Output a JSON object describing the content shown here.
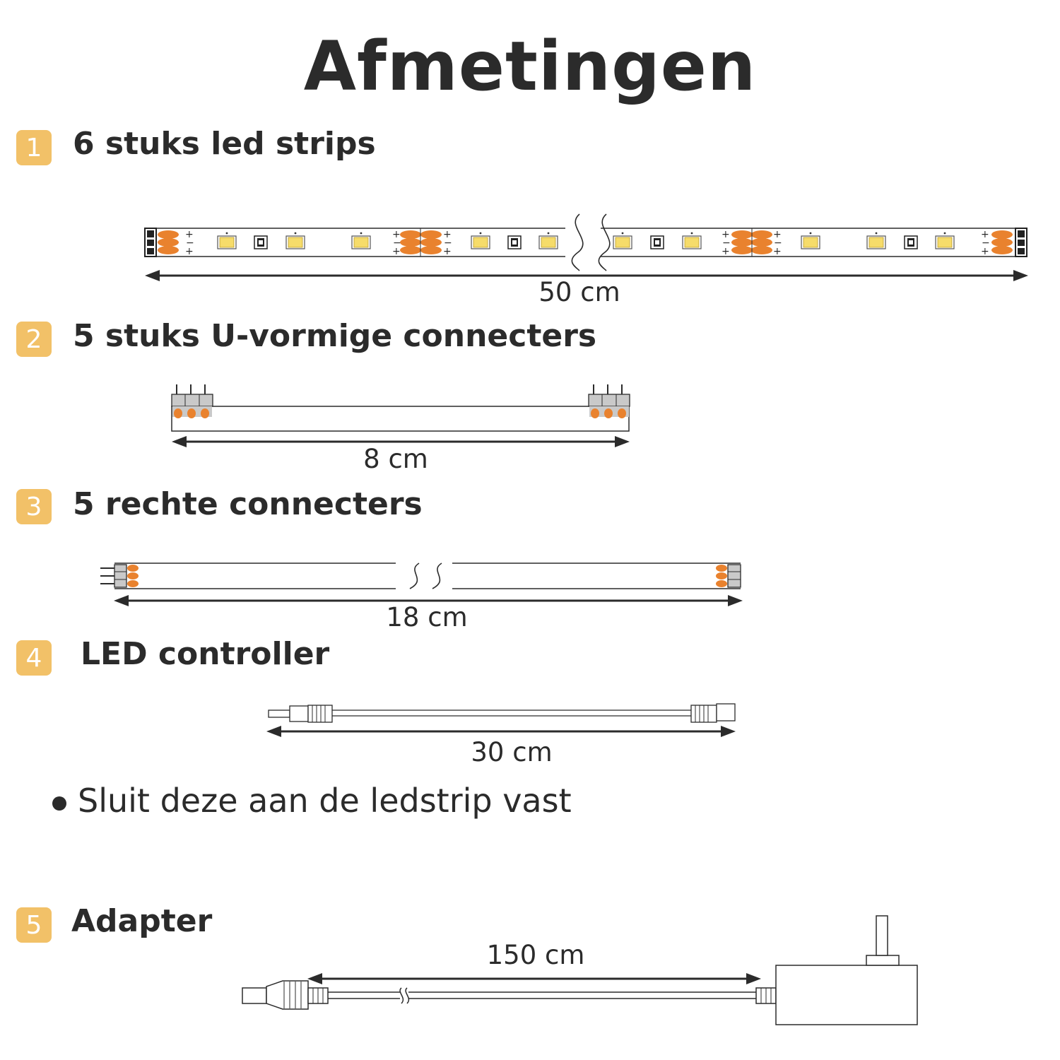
{
  "title": "Afmetingen",
  "accent_color": "#f2c168",
  "connector_color": "#e9822e",
  "led_color": "#f6dc6a",
  "sections": [
    {
      "number": "1",
      "label": "6 stuks led strips",
      "dimension": "50 cm",
      "icon": "led-strip-icon"
    },
    {
      "number": "2",
      "label": "5 stuks U-vormige connecters",
      "dimension": "8 cm",
      "icon": "u-connector-icon"
    },
    {
      "number": "3",
      "label": "5 rechte connecters",
      "dimension": "18 cm",
      "icon": "straight-connector-icon"
    },
    {
      "number": "4",
      "label": "LED controller",
      "dimension": "30 cm",
      "icon": "controller-cable-icon"
    },
    {
      "number": "5",
      "label": "Adapter",
      "dimension": "150 cm",
      "icon": "power-adapter-icon"
    }
  ],
  "note": "Sluit deze aan de ledstrip vast"
}
